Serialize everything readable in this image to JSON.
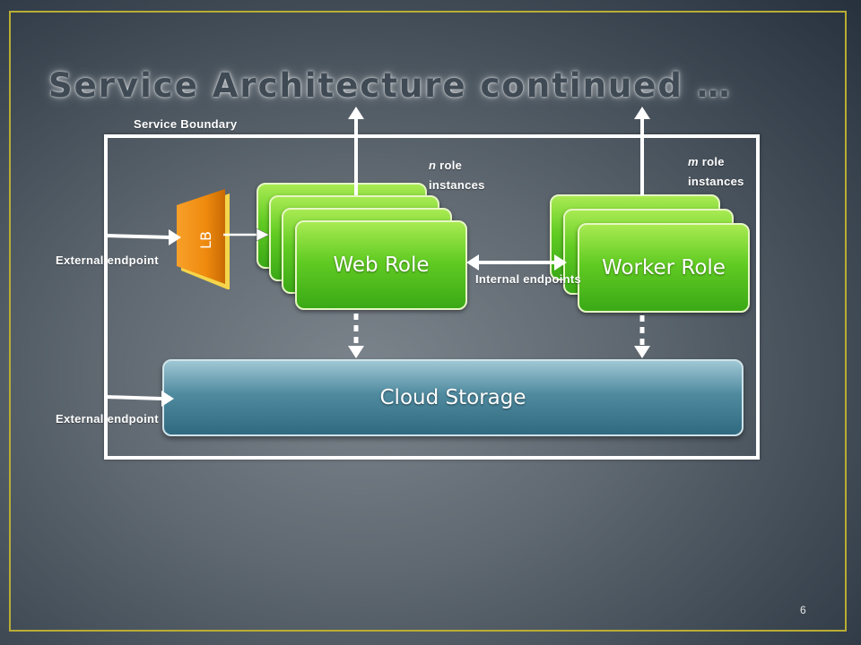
{
  "slide": {
    "title": "Service Architecture continued …",
    "page_number": "6"
  },
  "diagram": {
    "boundary_label": "Service Boundary",
    "web_role": {
      "label": "Web Role",
      "count_var": "n",
      "count_suffix": " role",
      "count_line2": "instances"
    },
    "worker_role": {
      "label": "Worker Role",
      "count_var": "m",
      "count_suffix": " role",
      "count_line2": "instances"
    },
    "load_balancer": "LB",
    "internal_endpoints": "Internal endpoints",
    "external_endpoint_1": "External endpoint",
    "external_endpoint_2": "External endpoint",
    "cloud_storage": "Cloud Storage"
  },
  "colors": {
    "frame": "#b9ad34",
    "role_green": "#62cc23",
    "storage_teal": "#2f6a80",
    "lb_orange": "#f08a0c"
  }
}
